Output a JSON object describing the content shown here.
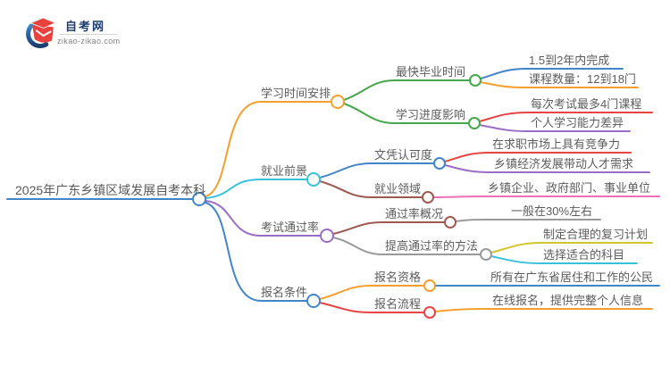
{
  "logo": {
    "title": "自考网",
    "domain": "zikao-zikao.com"
  },
  "palette": {
    "blue": "#4285c8",
    "orange": "#f5a02e",
    "green": "#46a84c",
    "cyan": "#38c2d8",
    "purple": "#9b6dc6",
    "red": "#e84444",
    "brown": "#9e5a50",
    "pink": "#ef6eb8",
    "gray": "#9a9a9a",
    "yellow": "#d2c52d",
    "text": "#5c5c5c",
    "logo_navy": "#1c3c6e",
    "logo_red": "#e8423e",
    "logo_blue": "#2878be"
  },
  "mindmap": {
    "root": {
      "label": "2025年广东乡镇区域发展自考本科",
      "color": "#4285c8"
    },
    "branches": [
      {
        "label": "学习时间安排",
        "color": "#f5a02e",
        "children": [
          {
            "label": "最快毕业时间",
            "color": "#46a84c",
            "leaves": [
              {
                "label": "1.5到2年内完成",
                "color": "#4285c8"
              },
              {
                "label": "课程数量：12到18门",
                "color": "#f5a02e"
              }
            ]
          },
          {
            "label": "学习进度影响",
            "color": "#46a84c",
            "leaves": [
              {
                "label": "每次考试最多4门课程",
                "color": "#e84444"
              },
              {
                "label": "个人学习能力差异",
                "color": "#9b6dc6"
              }
            ]
          }
        ]
      },
      {
        "label": "就业前景",
        "color": "#38c2d8",
        "children": [
          {
            "label": "文凭认可度",
            "color": "#4285c8",
            "leaves": [
              {
                "label": "在求职市场上具有竞争力",
                "color": "#e84444"
              },
              {
                "label": "乡镇经济发展带动人才需求",
                "color": "#9b6dc6"
              }
            ]
          },
          {
            "label": "就业领域",
            "color": "#9e5a50",
            "leaves": [
              {
                "label": "乡镇企业、政府部门、事业单位",
                "color": "#ef6eb8"
              }
            ]
          }
        ]
      },
      {
        "label": "考试通过率",
        "color": "#9b6dc6",
        "children": [
          {
            "label": "通过率概况",
            "color": "#9e5a50",
            "leaves": [
              {
                "label": "一般在30%左右",
                "color": "#9a9a9a"
              }
            ]
          },
          {
            "label": "提高通过率的方法",
            "color": "#9a9a9a",
            "leaves": [
              {
                "label": "制定合理的复习计划",
                "color": "#d2c52d"
              },
              {
                "label": "选择适合的科目",
                "color": "#38c2d8"
              }
            ]
          }
        ]
      },
      {
        "label": "报名条件",
        "color": "#4285c8",
        "children": [
          {
            "label": "报名资格",
            "color": "#f5a02e",
            "leaves": [
              {
                "label": "所有在广东省居住和工作的公民",
                "color": "#4285c8"
              }
            ]
          },
          {
            "label": "报名流程",
            "color": "#e84444",
            "leaves": [
              {
                "label": "在线报名，提供完整个人信息",
                "color": "#f5a02e"
              }
            ]
          }
        ]
      }
    ]
  }
}
